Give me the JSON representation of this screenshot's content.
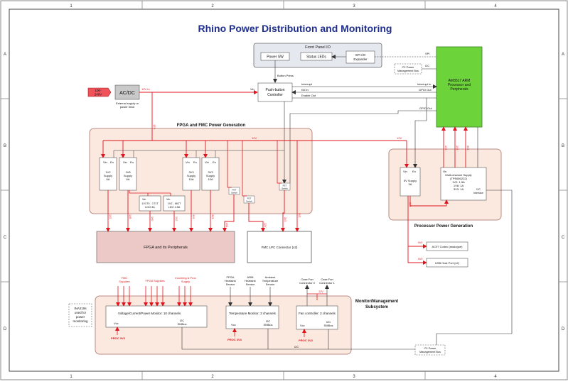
{
  "title": "Rhino Power Distribution and Monitoring",
  "frame": {
    "cols": [
      "1",
      "2",
      "3",
      "4"
    ],
    "rows": [
      "A",
      "B",
      "C",
      "D"
    ]
  },
  "colors": {
    "red_line": "#e0141e",
    "arm_green": "#6dd33b",
    "region_fill": "#fbe9df",
    "region_border": "#b98a86",
    "fpga_box_fill": "#ecc9c6",
    "title_blue": "#1f2f8f",
    "mains_red": "#f0525a"
  },
  "front_panel": {
    "title": "Front Panel IO",
    "power_sw": "Power SW",
    "status_leds": "Status LEDs",
    "spi_io_l1": "SPI I/O",
    "spi_io_l2": "Expander",
    "button_press": "Button Press"
  },
  "mains": {
    "l1": "100-",
    "l2": "240V"
  },
  "acdc": {
    "label": "AC/DC",
    "note_l1": "External supply or",
    "note_l2": "power brick",
    "out": "12V In"
  },
  "pushbutton": {
    "l1": "Push-button",
    "l2": "Controller",
    "vin": "Vin"
  },
  "signals": {
    "interrupt": "Interrupt",
    "kill_in": "Kill In",
    "enable_out": "Enable Out",
    "interrupt_in": "Interrupt In",
    "gpio_out": "GPIO Out",
    "gpio_out2": "GPIO Out",
    "spi": "SPI",
    "i2c": "I2C",
    "i2c_bottom": "I2C"
  },
  "arm": {
    "l1": "AM3517 ARM",
    "l2": "Processor and",
    "l3": "Peripherals"
  },
  "i2c_bus_top": {
    "l1": "I²C Power",
    "l2": "Management Bus"
  },
  "fpga_region": {
    "title": "FPGA and FMC Power Generation"
  },
  "rail_12v": "12V",
  "rail_12v_b": "12V",
  "rail_12v_c": "12V",
  "supplies": [
    {
      "vin": "Vin",
      "en": "En",
      "l1": "1V2",
      "l2": "Supply",
      "l3": "6A"
    },
    {
      "vin": "Vin",
      "en": "En",
      "l1": "1V8",
      "l2": "Supply",
      "l3": "6A"
    },
    {
      "vin": "Vin",
      "en": "En",
      "l1": "3V3",
      "l2": "Supply",
      "l3": "10A"
    },
    {
      "vin": "Vin",
      "en": "En",
      "l1": "3V3",
      "l2": "Supply",
      "l3": "10A"
    }
  ],
  "ldos": [
    {
      "vin": "Vin",
      "l1": "1V1T0 - 1T1T",
      "l2": "LDO 3A"
    },
    {
      "vin": "Vin",
      "l1": "1V2 - MGT",
      "l2": "LDO 1.5A"
    }
  ],
  "fet_switches": [
    {
      "l1": "FET",
      "l2": "Switch"
    },
    {
      "l1": "FET",
      "l2": "Switch"
    },
    {
      "l1": "FET",
      "l2": "Switch"
    }
  ],
  "fpga_box": "FPGA and its Peripherals",
  "fmc_box": "FMC LPC Connector (x2)",
  "rail_labels": {
    "r1": "1V2",
    "r2": "1V8",
    "r3": "1V0",
    "r4": "1V2",
    "r5": "3V3",
    "r6": "3V3",
    "r7": "1V2",
    "r8": "12V",
    "r9": "3V3",
    "r10": "3V3",
    "r11": "1V8",
    "r12": "5V0",
    "r13": "5V0",
    "r14": "1V2",
    "r15": "1V8",
    "r16": "3V3"
  },
  "processor_region": {
    "title": "Processor Power Generation"
  },
  "sv_supply": {
    "vin": "Vin",
    "en": "En",
    "l1": "5V Supply",
    "l2": "3A"
  },
  "multi_supply": {
    "l1": "Multi-channel Supply",
    "l2": "(TPS650222)",
    "l3": "1V2: 1.5A",
    "l4": "1V8: 1A",
    "l5": "3V3: 1A",
    "i2c_l1": "I2C",
    "i2c_l2": "Interface",
    "vin": "Vin"
  },
  "acdc_codec": "AC97 Codec (analogue)",
  "usb_host": "USB Host Port (x2)",
  "monitor_region": {
    "title_l1": "Monitor/Management",
    "title_l2": "Subsystem"
  },
  "ina_note": {
    "l1": "INA219s",
    "l2": "used for",
    "l3": "power",
    "l4": "monitoring"
  },
  "groups": {
    "fmc": {
      "l1": "FMC",
      "l2": "Supplies"
    },
    "fpga": {
      "l1": "FPGA Supplies"
    },
    "incoming": {
      "l1": "Incoming & Proc",
      "l2": "Supply"
    }
  },
  "sensors": [
    {
      "l1": "FPGA",
      "l2": "Heatsink",
      "l3": "Sensor"
    },
    {
      "l1": "ARM",
      "l2": "Heatsink",
      "l3": "Sensor"
    },
    {
      "l1": "Ambient",
      "l2": "Temperature",
      "l3": "Sensor"
    }
  ],
  "fans": [
    {
      "l1": "Case Fan",
      "l2": "Connector 0"
    },
    {
      "l1": "Case Fan",
      "l2": "Connector 1"
    }
  ],
  "fan_12v": "12V",
  "monitors": {
    "vcm": {
      "title": "Voltage/Current/Power Monitor: 10 channels",
      "vcc": "Vcc",
      "i2c_l1": "I2C",
      "i2c_l2": "SMBus",
      "proc": "PROC 3V3"
    },
    "temp": {
      "title": "Temperature Monitor: 3 channels",
      "vcc": "Vcc",
      "i2c_l1": "I2C",
      "i2c_l2": "SMBus",
      "proc": "PROC 3V3"
    },
    "fan": {
      "title": "Fan controller: 2 channels",
      "vcc": "Vcc",
      "i2c_l1": "I2C",
      "i2c_l2": "SMBus",
      "proc": "PROC 3V3"
    }
  },
  "i2c_bus_bottom": {
    "l1": "I²C Power",
    "l2": "Management Bus"
  }
}
